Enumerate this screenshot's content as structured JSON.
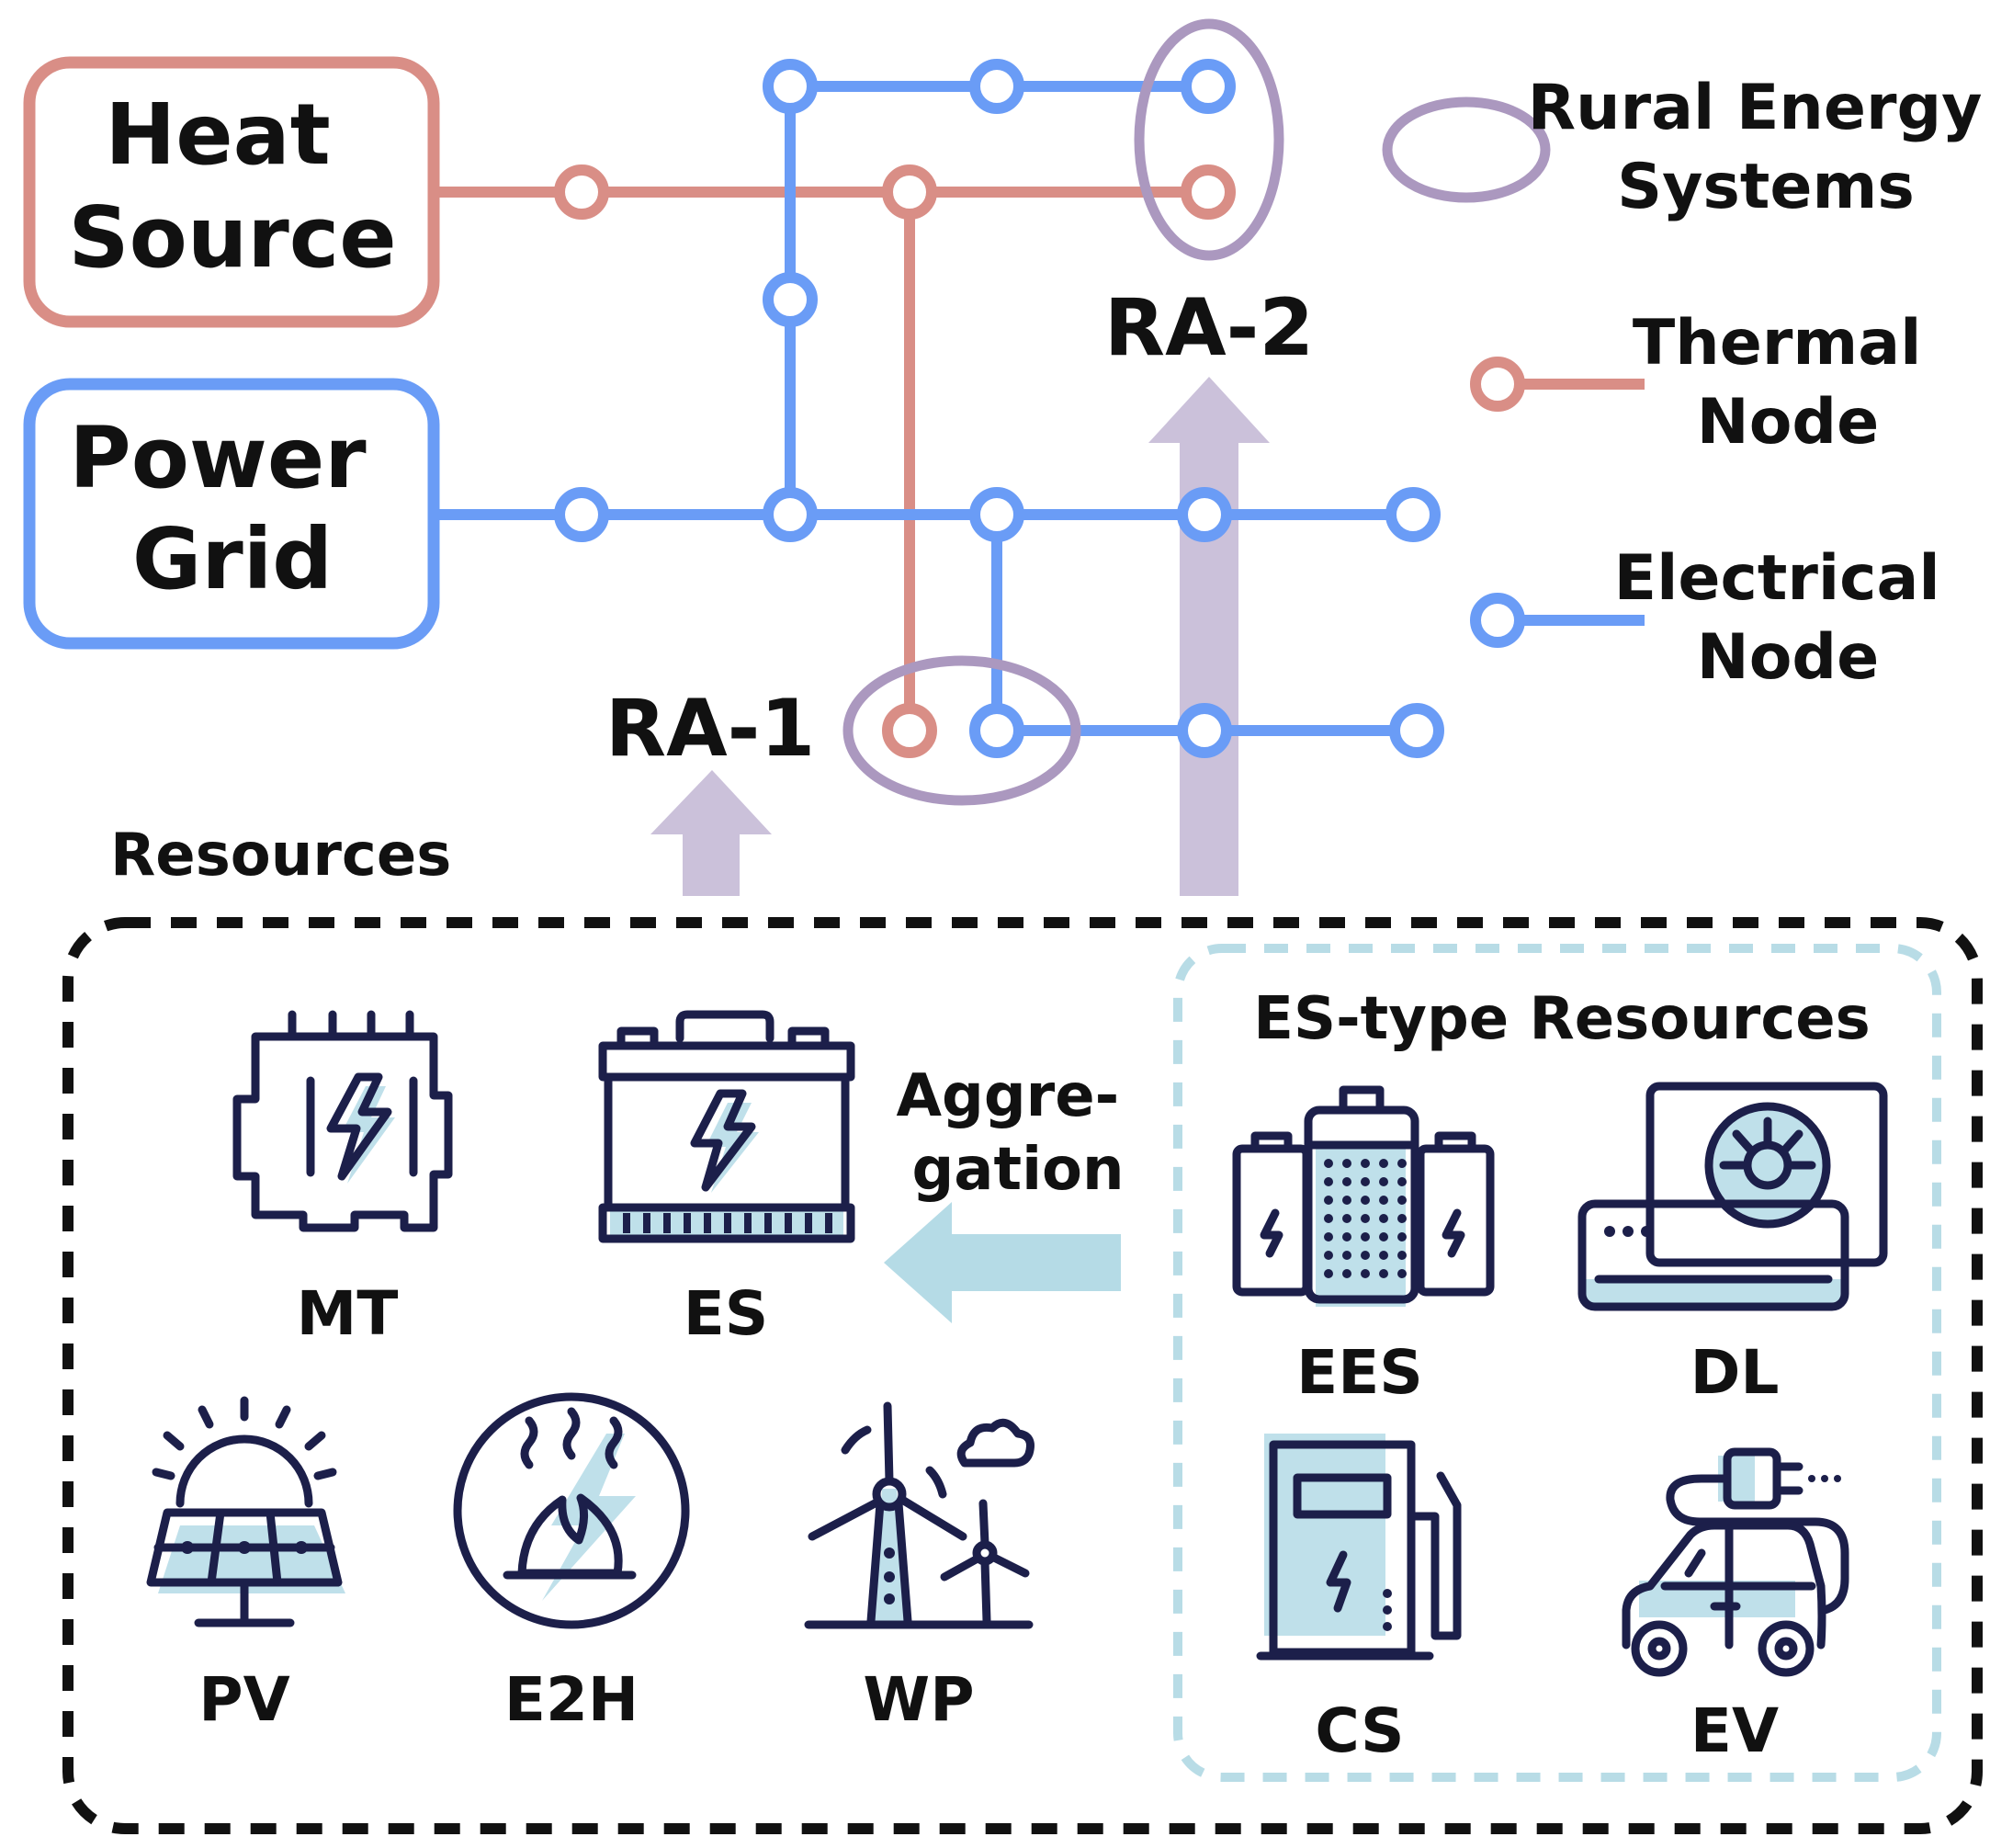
{
  "sources": {
    "heat": [
      "Heat",
      "Source"
    ],
    "power": [
      "Power",
      "Grid"
    ]
  },
  "areas": {
    "ra1": "RA-1",
    "ra2": "RA-2"
  },
  "legend": {
    "rural": [
      "Rural Energy",
      "Systems"
    ],
    "thermal": [
      "Thermal",
      "Node"
    ],
    "electrical": [
      "Electrical",
      "Node"
    ]
  },
  "resources": {
    "title": "Resources",
    "items": [
      "MT",
      "ES",
      "PV",
      "E2H",
      "WP"
    ],
    "aggregation": [
      "Aggre-",
      "gation"
    ],
    "es_type": {
      "title": "ES-type Resources",
      "items": [
        "EES",
        "DL",
        "CS",
        "EV"
      ]
    }
  },
  "colors": {
    "thermal": "#d98e86",
    "electrical": "#6a9cf6",
    "rural": "#ab98bf",
    "arrow": "#cbc1da",
    "agg_arrow": "#b5dbe6",
    "icon": "#1c1f4a",
    "icon_shade": "#bfe0ea",
    "dashed_box": "#111111",
    "es_box": "#b8dce6"
  }
}
